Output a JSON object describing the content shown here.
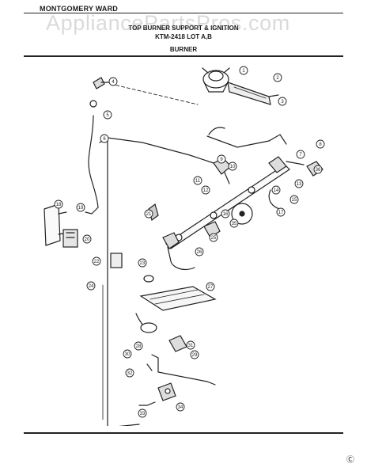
{
  "header": {
    "brand": "MONTGOMERY WARD",
    "watermark": "AppliancePartsPros.com",
    "title_line_1": "TOP BURNER SUPPORT & IGNITION",
    "title_line_2": "KTM-2418 LOT A,B",
    "section": "BURNER"
  },
  "callouts": [
    "1",
    "2",
    "3",
    "4",
    "5",
    "6",
    "7",
    "8",
    "9",
    "10",
    "11",
    "12",
    "13",
    "14",
    "15",
    "16",
    "17",
    "18",
    "19",
    "20",
    "21",
    "22",
    "23",
    "24",
    "25",
    "26",
    "27",
    "28",
    "29",
    "30",
    "31",
    "32",
    "33",
    "34",
    "35",
    "36"
  ],
  "footer": {
    "mark": "Ⓒ"
  }
}
